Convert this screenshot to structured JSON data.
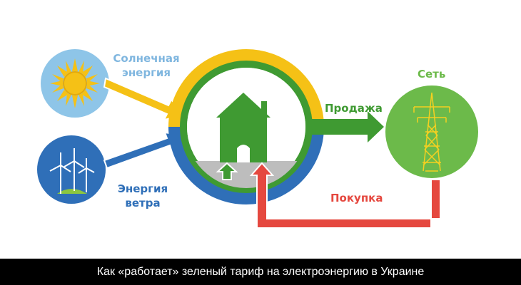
{
  "labels": {
    "solar_line1": "Солнечная",
    "solar_line2": "энергия",
    "wind_line1": "Энергия",
    "wind_line2": "ветра",
    "sell": "Продажа",
    "buy": "Покупка",
    "grid": "Сеть"
  },
  "caption": "Как «работает» зеленый тариф на электроэнергию в Украине",
  "colors": {
    "solar": "#f5c116",
    "solar_circle": "#8ec5e8",
    "wind": "#2f6fb8",
    "wind_circle": "#2f6fb8",
    "green": "#3f9a32",
    "grid_circle": "#6cba4a",
    "red": "#e5483f",
    "gray": "#bdbdbd",
    "solar_label": "#7fb6df",
    "wind_label": "#2f6fb8",
    "sell_label": "#3f9a32",
    "buy_label": "#e5483f",
    "grid_label": "#6cba4a"
  },
  "icons": [
    "sun-icon",
    "wind-turbines-icon",
    "house-icon",
    "power-tower-icon"
  ]
}
